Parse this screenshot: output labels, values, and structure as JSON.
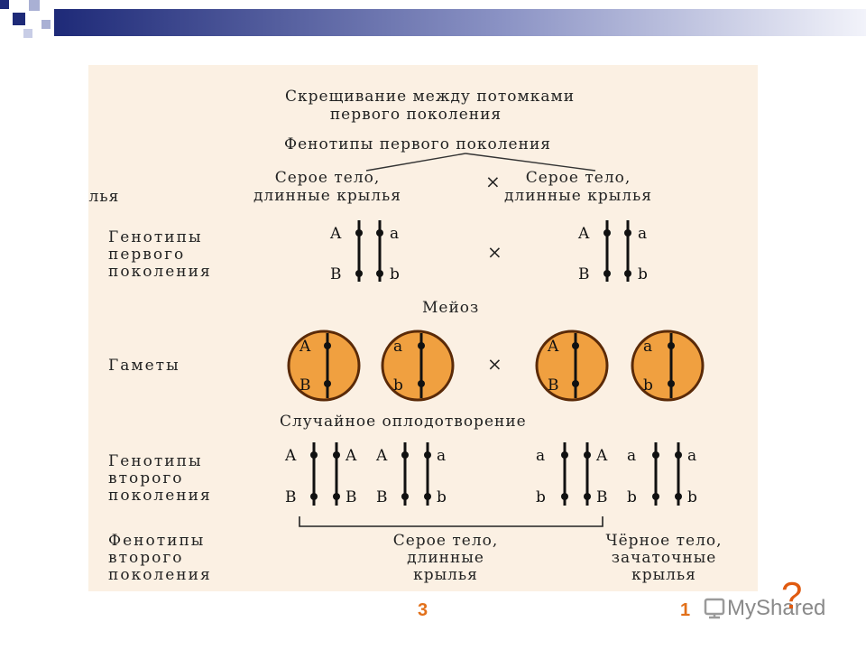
{
  "header": {
    "bar_colors": [
      "#1e2a78",
      "#a9b0d4",
      "#ffffff"
    ]
  },
  "diagram": {
    "title_line1": "Скрещивание между потомками",
    "title_line2": "первого поколения",
    "f1_phenotypes_title": "Фенотипы первого поколения",
    "parent_left_line1": "Серое тело,",
    "parent_left_line2": "длинные крылья",
    "parent_right_line1": "Серое тело,",
    "parent_right_line2": "длинные крылья",
    "cropped_fragment": "ылья",
    "cross_sign": "×",
    "label_genotypes_f1": [
      "Генотипы",
      "первого",
      "поколения"
    ],
    "meiosis": "Мейоз",
    "label_gametes": "Гаметы",
    "random_fertilization": "Случайное оплодотворение",
    "label_genotypes_f2": [
      "Генотипы",
      "второго",
      "поколения"
    ],
    "label_phenotypes_f2": [
      "Фенотипы",
      "второго",
      "поколения"
    ],
    "f2_gray": [
      "Серое тело,",
      "длинные",
      "крылья"
    ],
    "f2_black": [
      "Чёрное тело,",
      "зачаточные",
      "крылья"
    ],
    "f1_genotype": {
      "left_top": "A",
      "left_bottom": "B",
      "right_top": "a",
      "right_bottom": "b"
    },
    "gametes": [
      {
        "top": "A",
        "bottom": "B"
      },
      {
        "top": "a",
        "bottom": "b"
      },
      {
        "top": "A",
        "bottom": "B"
      },
      {
        "top": "a",
        "bottom": "b"
      }
    ],
    "f2_genotypes": [
      {
        "tl": "A",
        "bl": "B",
        "tr": "A",
        "br": "B"
      },
      {
        "tl": "A",
        "bl": "B",
        "tr": "a",
        "br": "b"
      },
      {
        "tl": "a",
        "bl": "b",
        "tr": "A",
        "br": "B"
      },
      {
        "tl": "a",
        "bl": "b",
        "tr": "a",
        "br": "b"
      }
    ],
    "gamete_fill": "#f0a040",
    "gamete_stroke": "#5a2a08"
  },
  "footer": {
    "ratio_gray": "3",
    "ratio_black": "1",
    "question_mark": "?",
    "watermark": "MyShared",
    "accent_color": "#e2701a"
  }
}
